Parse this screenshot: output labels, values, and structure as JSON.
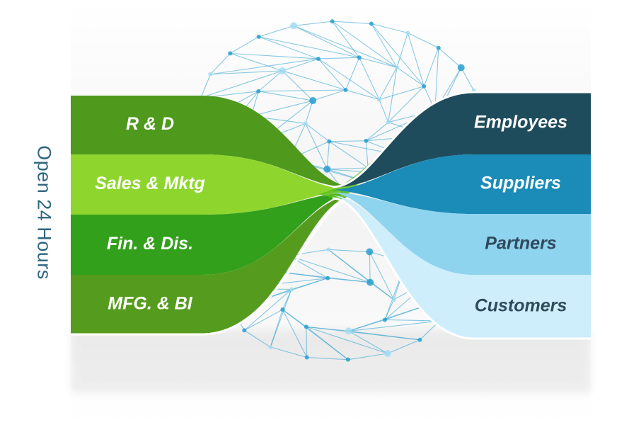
{
  "side_label": "Open 24 Hours",
  "left_bands": [
    {
      "label": "R & D",
      "color": "#4f9a1c"
    },
    {
      "label": "Sales & Mktg",
      "color": "#8ed62e"
    },
    {
      "label": "Fin. & Dis.",
      "color": "#32a01a"
    },
    {
      "label": "MFG. & BI",
      "color": "#559c1e"
    }
  ],
  "right_bands": [
    {
      "label": "Employees",
      "color": "#1f4c5c"
    },
    {
      "label": "Suppliers",
      "color": "#1b8bb8"
    },
    {
      "label": "Partners",
      "color": "#8fd4ef"
    },
    {
      "label": "Customers",
      "color": "#cdeefa"
    }
  ],
  "colors": {
    "left_text": "#ffffff",
    "right_text_dark": "#ffffff",
    "right_text_light": "#2f4a5c",
    "network": "#2a9fd0"
  }
}
